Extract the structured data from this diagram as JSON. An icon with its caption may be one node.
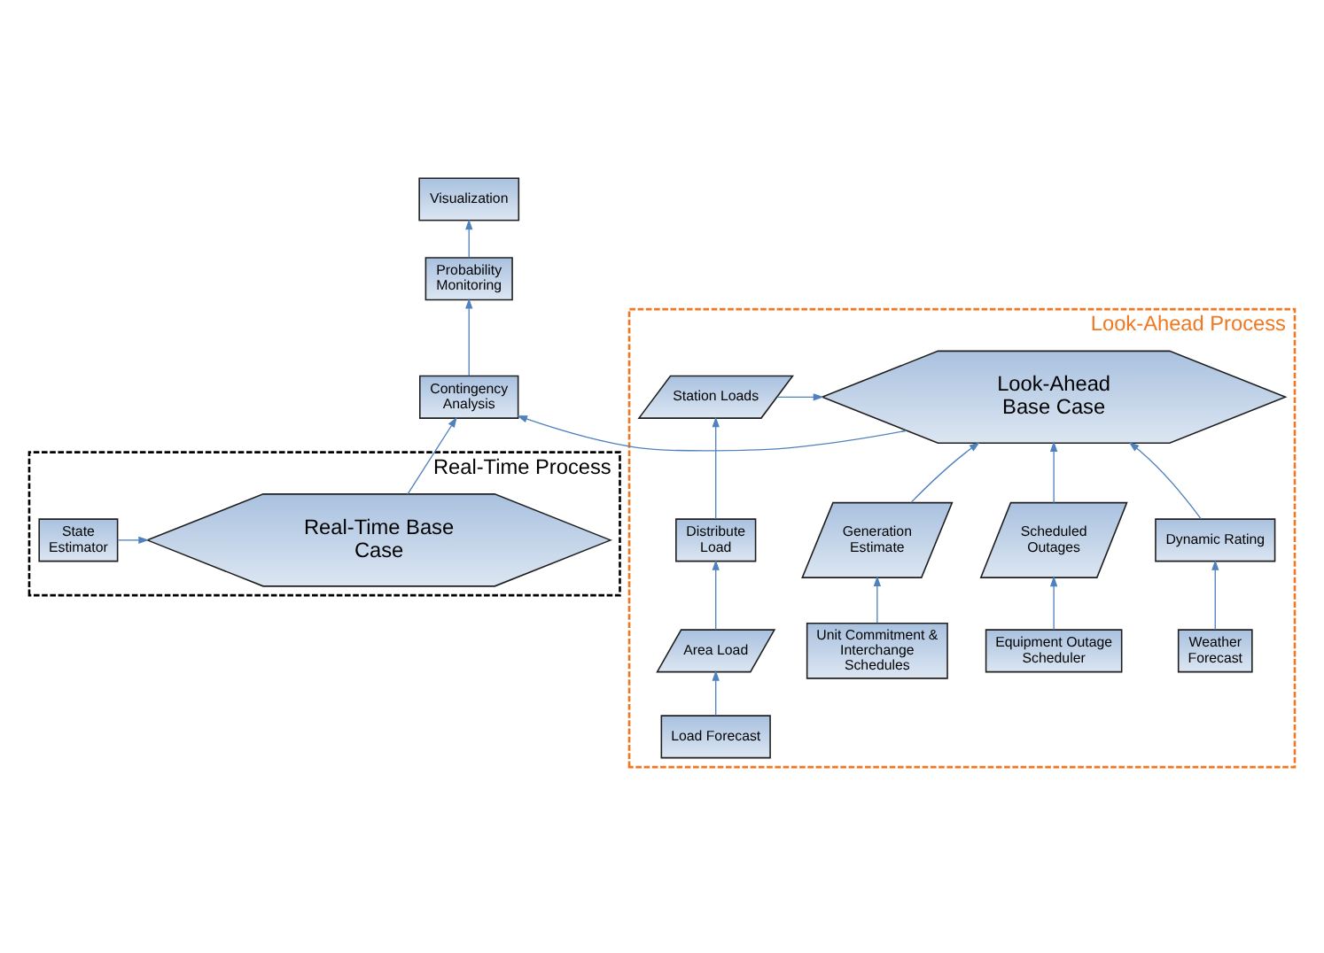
{
  "diagram": {
    "nodes": [
      {
        "text": [
          "Real-Time Process"
        ]
      },
      {
        "text": [
          "State Estimator"
        ],
        "in": 0
      },
      {
        "text": [
          "Real-Time Base Case"
        ],
        "in": 0
      },
      {
        "text": [
          "Look-Ahead Process"
        ]
      },
      {
        "text": [
          "Station Loads"
        ],
        "in": 3
      },
      {
        "text": [
          "Look-Ahead Base Case"
        ],
        "in": 3
      },
      {
        "text": [
          "Distribute Load"
        ],
        "in": 3
      },
      {
        "text": [
          "Dynamic Rating"
        ],
        "in": 3
      },
      {
        "text": [
          "Area Load"
        ],
        "in": 3
      },
      {
        "text": [
          "Scheduled Outages"
        ],
        "in": 3
      },
      {
        "text": [
          "Generation Estimate"
        ],
        "in": 3
      },
      {
        "text": [
          "Load Forecast"
        ],
        "in": 3
      },
      {
        "text": [
          "Equipment Outage Scheduler"
        ],
        "in": 3
      },
      {
        "text": [
          "Unit Commitment & Interchange Schedules"
        ],
        "in": 3
      },
      {
        "text": [
          "Weather Forecast"
        ],
        "in": 3
      },
      {
        "text": [
          "Contingency Analysis"
        ]
      },
      {
        "text": [
          "Probability Monitoring"
        ]
      },
      {
        "text": [
          "Visualization"
        ]
      }
    ],
    "edges": [
      {
        "from": 1,
        "to": 2,
        "arrow": "to"
      },
      {
        "from": 2,
        "to": 15,
        "arrow": "to"
      },
      {
        "from": 4,
        "to": 5,
        "arrow": "to"
      },
      {
        "from": 5,
        "to": 15,
        "arrow": "to"
      },
      {
        "from": 6,
        "to": 4,
        "arrow": "to"
      },
      {
        "from": 8,
        "to": 6,
        "arrow": "to"
      },
      {
        "from": 11,
        "to": 8,
        "arrow": "to"
      },
      {
        "from": 9,
        "to": 5,
        "arrow": "to"
      },
      {
        "from": 12,
        "to": 9,
        "arrow": "to"
      },
      {
        "from": 10,
        "to": 5,
        "arrow": "to"
      },
      {
        "from": 13,
        "to": 10,
        "arrow": "to"
      },
      {
        "from": 7,
        "to": 5,
        "arrow": "to"
      },
      {
        "from": 14,
        "to": 7,
        "arrow": "to"
      },
      {
        "from": 15,
        "to": 16,
        "arrow": "to"
      },
      {
        "from": 16,
        "to": 17,
        "arrow": "to"
      }
    ]
  }
}
